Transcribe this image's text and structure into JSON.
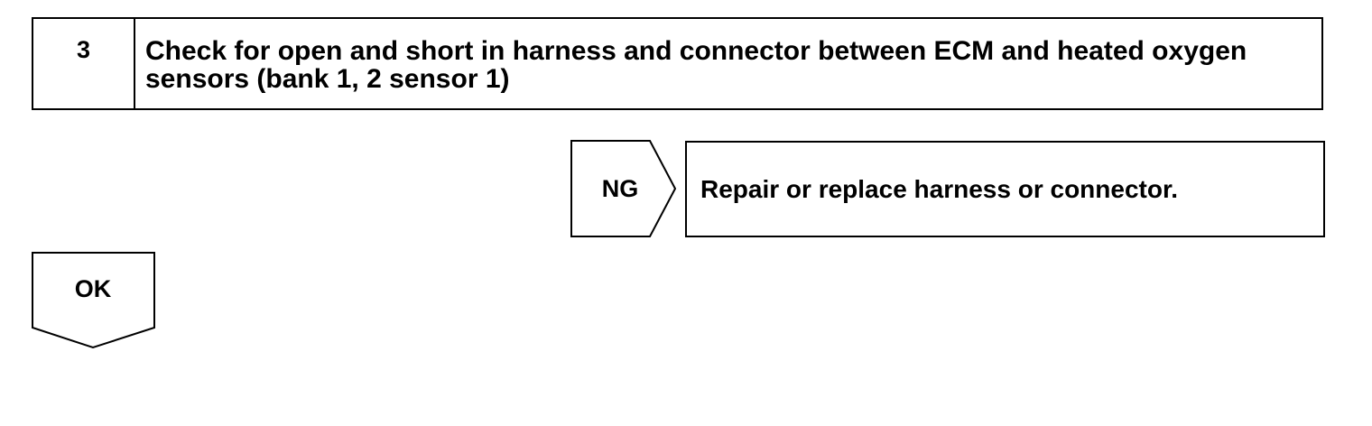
{
  "step": {
    "number": "3",
    "text": "Check for open and short in harness and connector between ECM and heated oxygen sensors (bank 1, 2 sensor 1)"
  },
  "ng_branch": {
    "label": "NG",
    "action": "Repair or replace harness or connector."
  },
  "ok_branch": {
    "label": "OK"
  },
  "colors": {
    "line": "#000000",
    "background": "#ffffff"
  }
}
